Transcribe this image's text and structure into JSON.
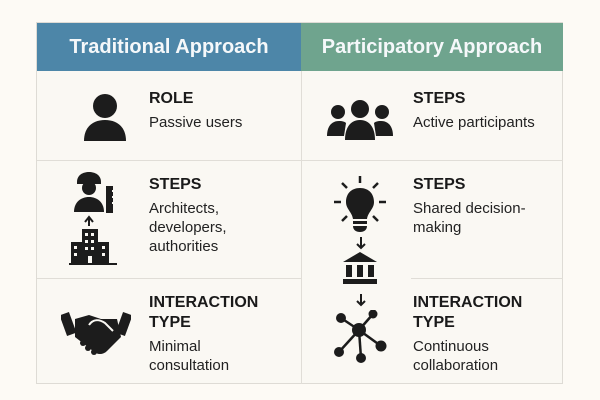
{
  "headers": {
    "left": "Traditional Approach",
    "right": "Participatory Approach"
  },
  "colors": {
    "traditional_header": "#4d86a8",
    "participatory_header": "#6fa48e",
    "background": "#fdfaf5",
    "icon": "#1c1c1c"
  },
  "traditional": {
    "rows": [
      {
        "label": "ROLE",
        "value": "Passive users",
        "icon": "person-icon"
      },
      {
        "label": "STEPS",
        "value": "Architects, developers, authorities",
        "value_lines": [
          "Architects,",
          "developers,",
          "authorities"
        ],
        "icon": "architect-and-buildings-icon"
      },
      {
        "label_lines": [
          "INTERACTION",
          "TYPE"
        ],
        "label": "INTERACTION TYPE",
        "value": "Minimal consultation",
        "value_lines": [
          "Minimal",
          "consultation"
        ],
        "icon": "handshake-icon"
      }
    ]
  },
  "participatory": {
    "rows": [
      {
        "label": "STEPS",
        "value": "Active participants",
        "icon": "group-icon"
      },
      {
        "label": "STEPS",
        "value": "Shared decision-making",
        "value_lines": [
          "Shared decision-",
          "making"
        ],
        "icon": "lightbulb-to-institution-icon"
      },
      {
        "label_lines": [
          "INTERACTION",
          "TYPE"
        ],
        "label": "INTERACTION TYPE",
        "value": "Continuous collaboration",
        "value_lines": [
          "Continuous",
          "collaboration"
        ],
        "icon": "network-icon"
      }
    ]
  }
}
